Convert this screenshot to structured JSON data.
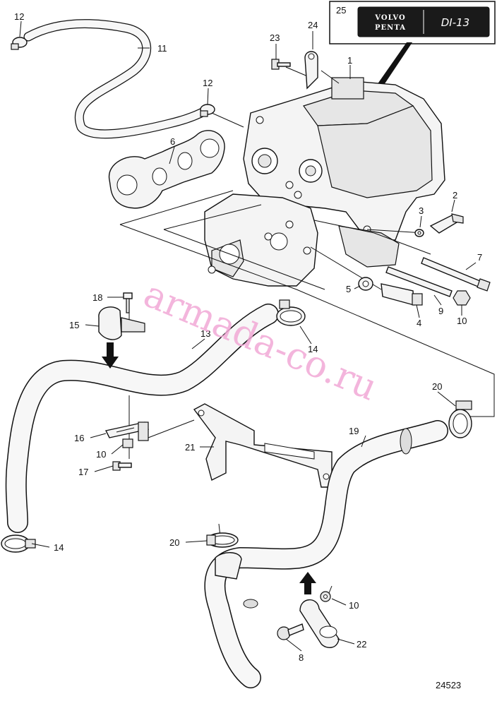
{
  "diagram_id": "24523",
  "watermark": "armada-co.ru",
  "logo": {
    "brand_line1": "VOLVO",
    "brand_line2": "PENTA",
    "model": "DI-13"
  },
  "callouts": {
    "c1": "1",
    "c2": "2",
    "c3": "3",
    "c4": "4",
    "c5": "5",
    "c6": "6",
    "c7": "7",
    "c8": "8",
    "c9": "9",
    "c10a": "10",
    "c10b": "10",
    "c10c": "10",
    "c11": "11",
    "c12a": "12",
    "c12b": "12",
    "c13": "13",
    "c14a": "14",
    "c14b": "14",
    "c15": "15",
    "c16": "16",
    "c17": "17",
    "c18": "18",
    "c19": "19",
    "c20a": "20",
    "c20b": "20",
    "c21": "21",
    "c22": "22",
    "c23": "23",
    "c24": "24",
    "c25": "25"
  }
}
